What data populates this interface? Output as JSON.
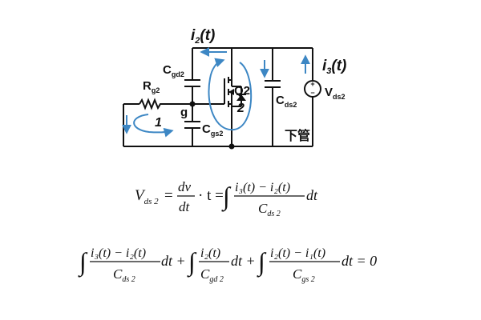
{
  "diagram": {
    "labels": {
      "i2": "i",
      "i2_sub": "2",
      "i2_arg": "(t)",
      "i3": "i",
      "i3_sub": "3",
      "i3_arg": "(t)",
      "cgd": "C",
      "cgd_sub": "gd2",
      "rg": "R",
      "rg_sub": "g2",
      "g": "g",
      "q2": "Q2",
      "loop1": "1",
      "loop2": "2",
      "cgs": "C",
      "cgs_sub": "gs2",
      "cds": "C",
      "cds_sub": "ds2",
      "vds": "V",
      "vds_sub": "ds2",
      "plus": "+",
      "minus": "−",
      "lower": "下管"
    },
    "colors": {
      "wire": "#111111",
      "arrow": "#3d87c4"
    }
  },
  "equations": {
    "eq1": {
      "lhs": "V",
      "lhs_sub": "ds 2",
      "eq": "=",
      "dv": "dv",
      "dt": "dt",
      "dot_t": "· t =",
      "num": "i₃(t) − i₂(t)",
      "den": "C",
      "den_sub": "ds 2",
      "tail": "dt"
    },
    "eq2": {
      "t1_num": "i₃(t) − i₂(t)",
      "t1_den": "C",
      "t1_den_sub": "ds 2",
      "t1_tail": "dt +",
      "t2_num": "i₂(t)",
      "t2_den": "C",
      "t2_den_sub": "gd 2",
      "t2_tail": "dt +",
      "t3_num": "i₂(t) − i₁(t)",
      "t3_den": "C",
      "t3_den_sub": "gs 2",
      "t3_tail": "dt = 0"
    }
  }
}
